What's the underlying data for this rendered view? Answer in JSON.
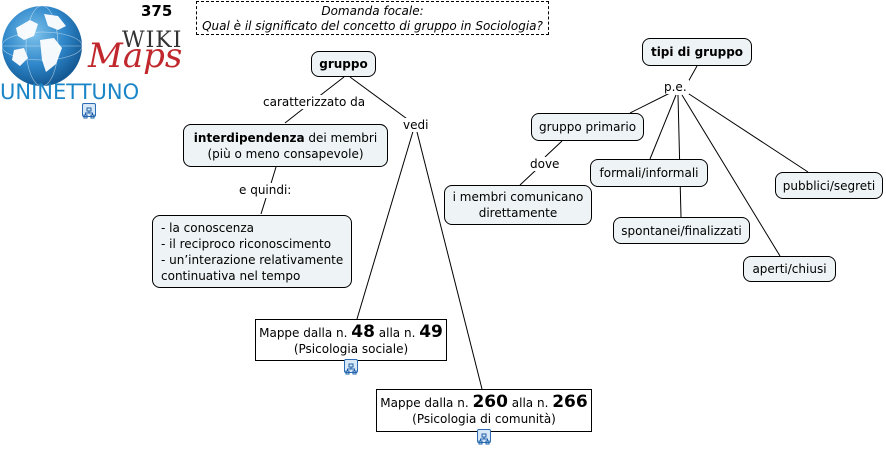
{
  "header": {
    "map_number": "375",
    "focal_line1": "Domanda focale:",
    "focal_line2": "Qual è il significato del concetto di gruppo in Sociologia?"
  },
  "logo": {
    "wiki": "WIKI",
    "maps": "Maps",
    "uninettuno": "UNINETTUNO"
  },
  "nodes": {
    "gruppo": "gruppo",
    "interdip_bold": "interdipendenza",
    "interdip_rest": " dei membri",
    "interdip_line2": "(più o meno consapevole)",
    "list_1": "- la conoscenza",
    "list_2": "- il reciproco riconoscimento",
    "list_3": "- un’interazione relativamente",
    "list_4": "continuativa nel tempo",
    "map1_pre": "Mappe dalla n. ",
    "map1_from": "48",
    "map1_mid": " alla n. ",
    "map1_to": "49",
    "map1_sub": "(Psicologia sociale)",
    "map2_pre": "Mappe dalla n. ",
    "map2_from": "260",
    "map2_mid": " alla n. ",
    "map2_to": "266",
    "map2_sub": "(Psicologia di comunità)",
    "tipi": "tipi di gruppo",
    "primario": "gruppo primario",
    "membri_1": "i membri comunicano",
    "membri_2": "direttamente",
    "formali": "formali/informali",
    "spontanei": "spontanei/finalizzati",
    "aperti": "aperti/chiusi",
    "pubblici": "pubblici/segreti"
  },
  "links": {
    "caratterizzato": "caratterizzato da",
    "vedi": "vedi",
    "equindi": "e quindi:",
    "pe": "p.e.",
    "dove": "dove"
  }
}
